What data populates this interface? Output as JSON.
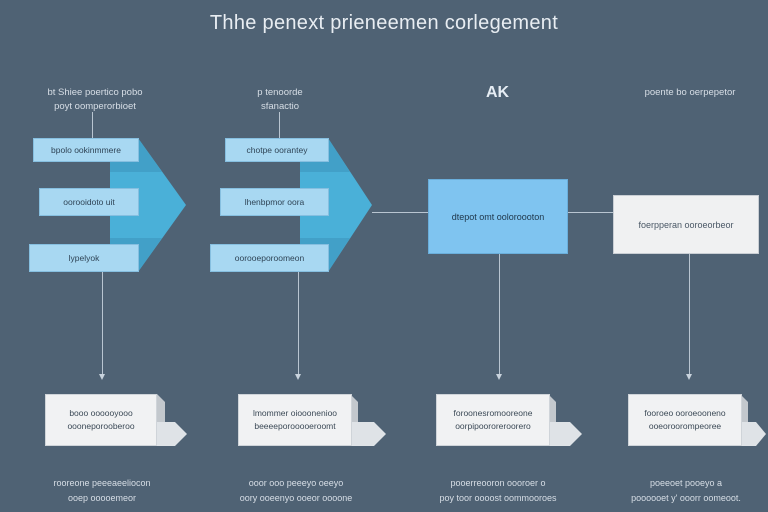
{
  "title": "Thhe penext prieneemen corlegement",
  "badge": "AK",
  "column_headers": [
    {
      "line1": "bt Shiee poertico pobo",
      "line2": "poyt oomperorbioet"
    },
    {
      "line1": "p tenoorde",
      "line2": "sfanactio"
    },
    {
      "line1": "poente bo oerpepetor",
      "line2": ""
    }
  ],
  "stage1_items": [
    "bpolo ookinmmere",
    "oorooidoto uit",
    "lypelyok"
  ],
  "stage2_items": [
    "chotpe oorantey",
    "lhenbpmor oora",
    "oorooeporoomeon"
  ],
  "process_box": "dtepot omt ooloroooton",
  "output_box": "foerpperan ooroeorbeor",
  "cards": [
    {
      "line1": "booo oooooyooo",
      "line2": "oooneporooberoo"
    },
    {
      "line1": "lmommer oiooonenioo",
      "line2": "beeeeporooooeroomt"
    },
    {
      "line1": "foroonesromooreone",
      "line2": "oorpipoororeroorero"
    },
    {
      "line1": "fooroeo ooroeooneno",
      "line2": "ooeoroorompeoree"
    }
  ],
  "footers": [
    {
      "line1": "rooreone peeeaeeliocon",
      "line2": "ooep ooooemeor"
    },
    {
      "line1": "ooor ooo peeeyo oeeyo",
      "line2": "oory ooeenyo ooeor oooone"
    },
    {
      "line1": "pooerreooron oooroer o",
      "line2": "poy toor oooost oommooroes"
    },
    {
      "line1": "poeeoet pooeyo a",
      "line2": "poooooet y' ooorr oomeoot."
    }
  ],
  "colors": {
    "background": "#4f6274",
    "light_box": "#a8d8f2",
    "process_box": "#7fc4f0",
    "chevron": "#4ab0d8",
    "card": "#f1f2f3"
  }
}
